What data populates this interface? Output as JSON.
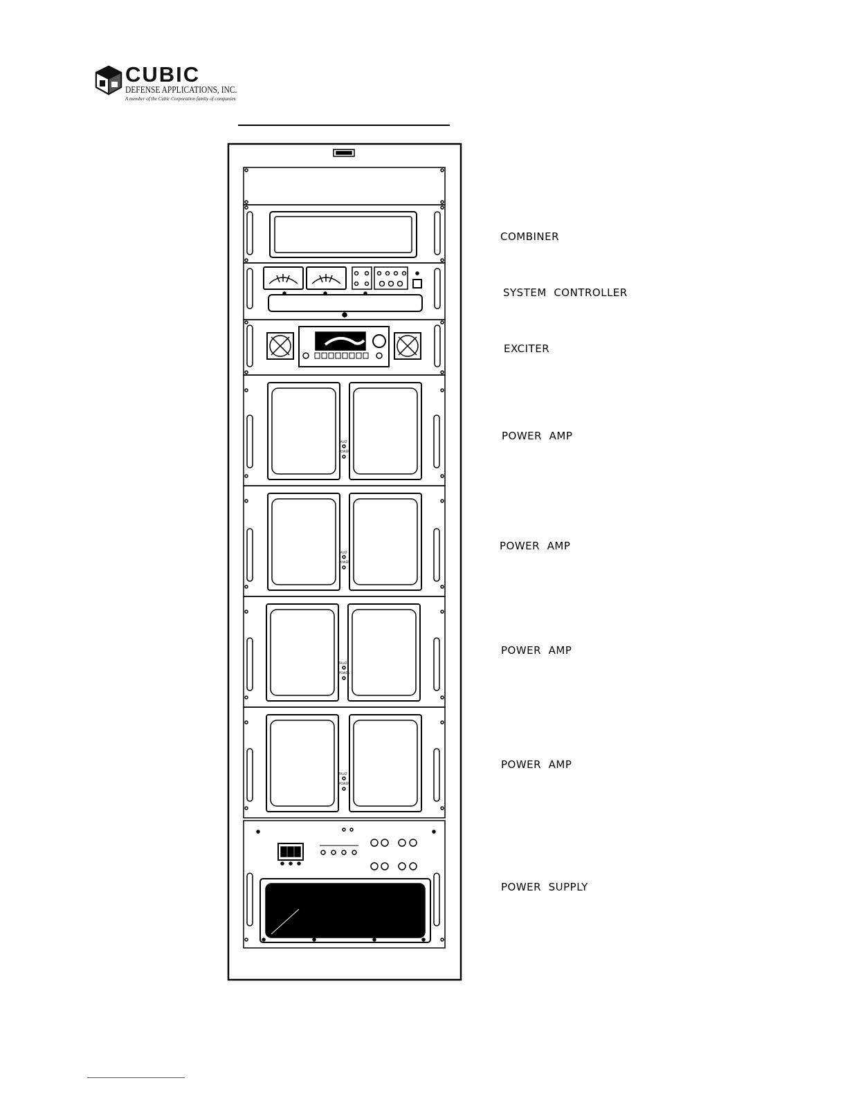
{
  "header": {
    "logo_name": "CUBIC",
    "logo_subtitle": "DEFENSE APPLICATIONS, INC.",
    "logo_tagline": "A member of the Cubic Corporation family of companies"
  },
  "rack_labels": {
    "combiner": "COMBINER",
    "system_controller": "SYSTEM  CONTROLLER",
    "exciter": "EXCITER",
    "power_amp_1": "POWER  AMP",
    "power_amp_2": "POWER  AMP",
    "power_amp_3": "POWER  AMP",
    "power_amp_4": "POWER  AMP",
    "power_supply": "POWER  SUPPLY"
  },
  "amp_indicators": {
    "fault": "FAULT",
    "power": "POWER"
  },
  "colors": {
    "ink": "#000000",
    "paper": "#ffffff",
    "footer_rule": "#3344cc"
  }
}
